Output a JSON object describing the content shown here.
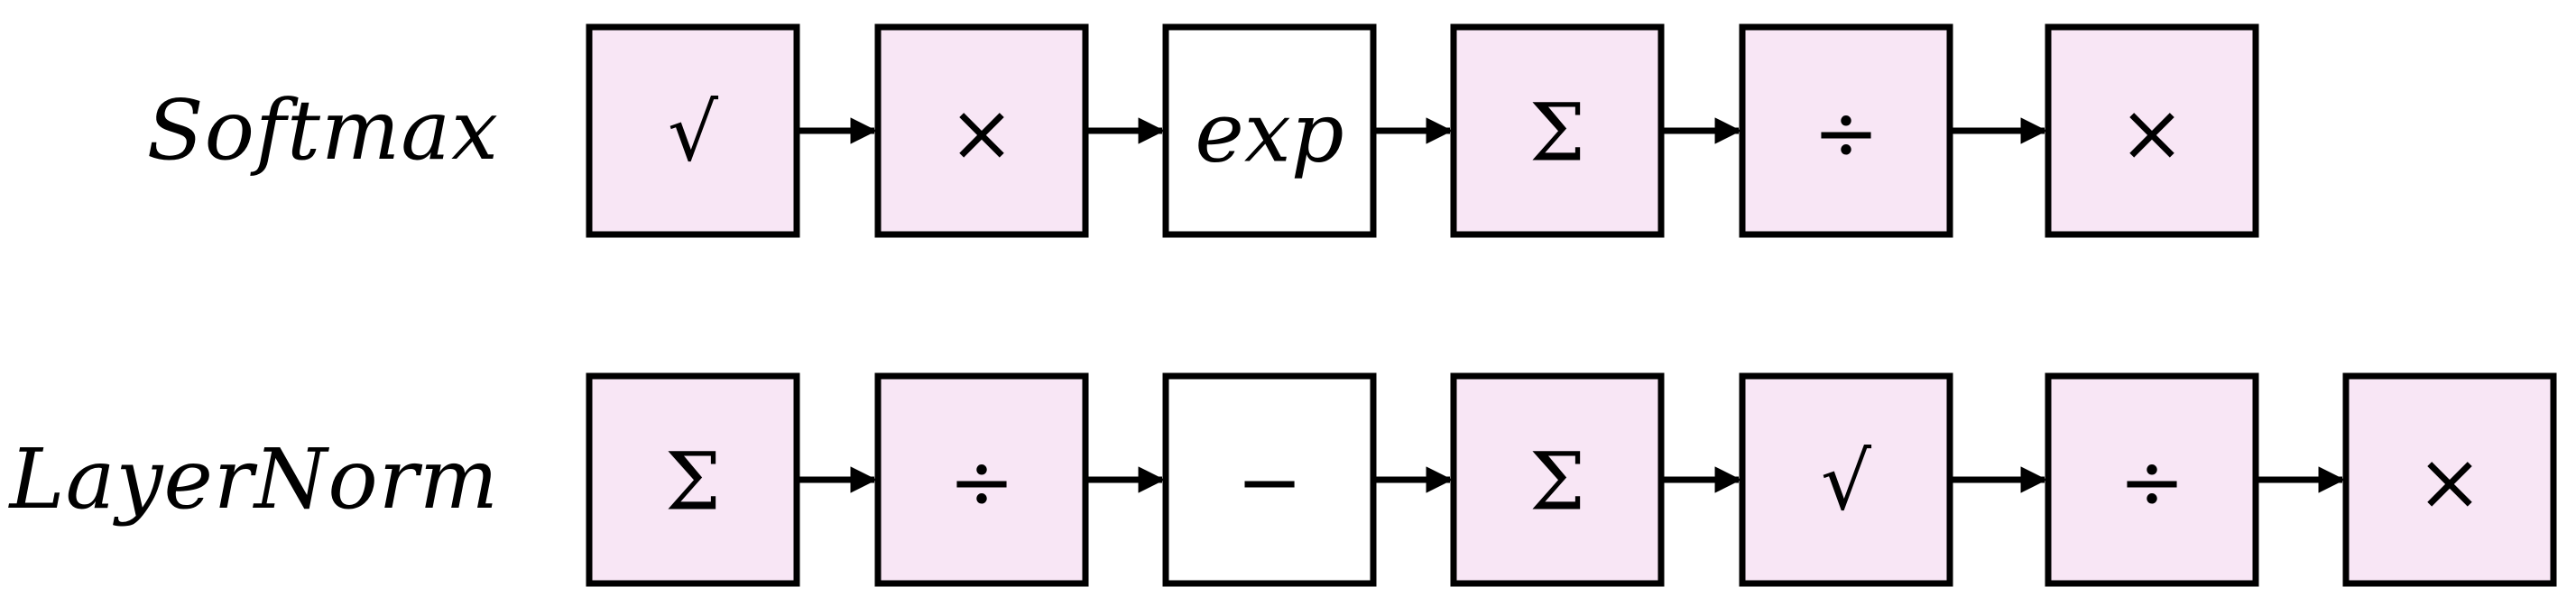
{
  "colors": {
    "highlight_fill": "#f8e6f5",
    "plain_fill": "#ffffff",
    "stroke": "#000000"
  },
  "rows": [
    {
      "label": "Softmax",
      "ops": [
        {
          "symbol": "√",
          "highlight": true
        },
        {
          "symbol": "×",
          "highlight": true
        },
        {
          "symbol": "exp",
          "highlight": false
        },
        {
          "symbol": "Σ",
          "highlight": true
        },
        {
          "symbol": "÷",
          "highlight": true
        },
        {
          "symbol": "×",
          "highlight": true
        }
      ]
    },
    {
      "label": "LayerNorm",
      "ops": [
        {
          "symbol": "Σ",
          "highlight": true
        },
        {
          "symbol": "÷",
          "highlight": true
        },
        {
          "symbol": "−",
          "highlight": false
        },
        {
          "symbol": "Σ",
          "highlight": true
        },
        {
          "symbol": "√",
          "highlight": true
        },
        {
          "symbol": "÷",
          "highlight": true
        },
        {
          "symbol": "×",
          "highlight": true
        }
      ]
    }
  ]
}
